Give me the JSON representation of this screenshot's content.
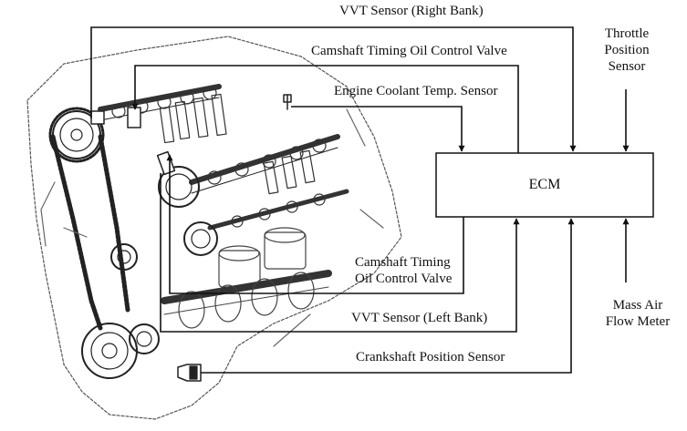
{
  "labels": {
    "vvt_right": "VVT Sensor (Right Bank)",
    "camshaft_ocv_top": "Camshaft Timing Oil Control Valve",
    "coolant": "Engine Coolant Temp. Sensor",
    "throttle_1": "Throttle",
    "throttle_2": "Position",
    "throttle_3": "Sensor",
    "ecm": "ECM",
    "camshaft_ocv_bottom_1": "Camshaft Timing",
    "camshaft_ocv_bottom_2": "Oil Control Valve",
    "vvt_left": "VVT Sensor (Left Bank)",
    "crankshaft": "Crankshaft Position Sensor",
    "maf_1": "Mass Air",
    "maf_2": "Flow Meter"
  },
  "icons": {
    "engine": "engine-line-drawing"
  }
}
